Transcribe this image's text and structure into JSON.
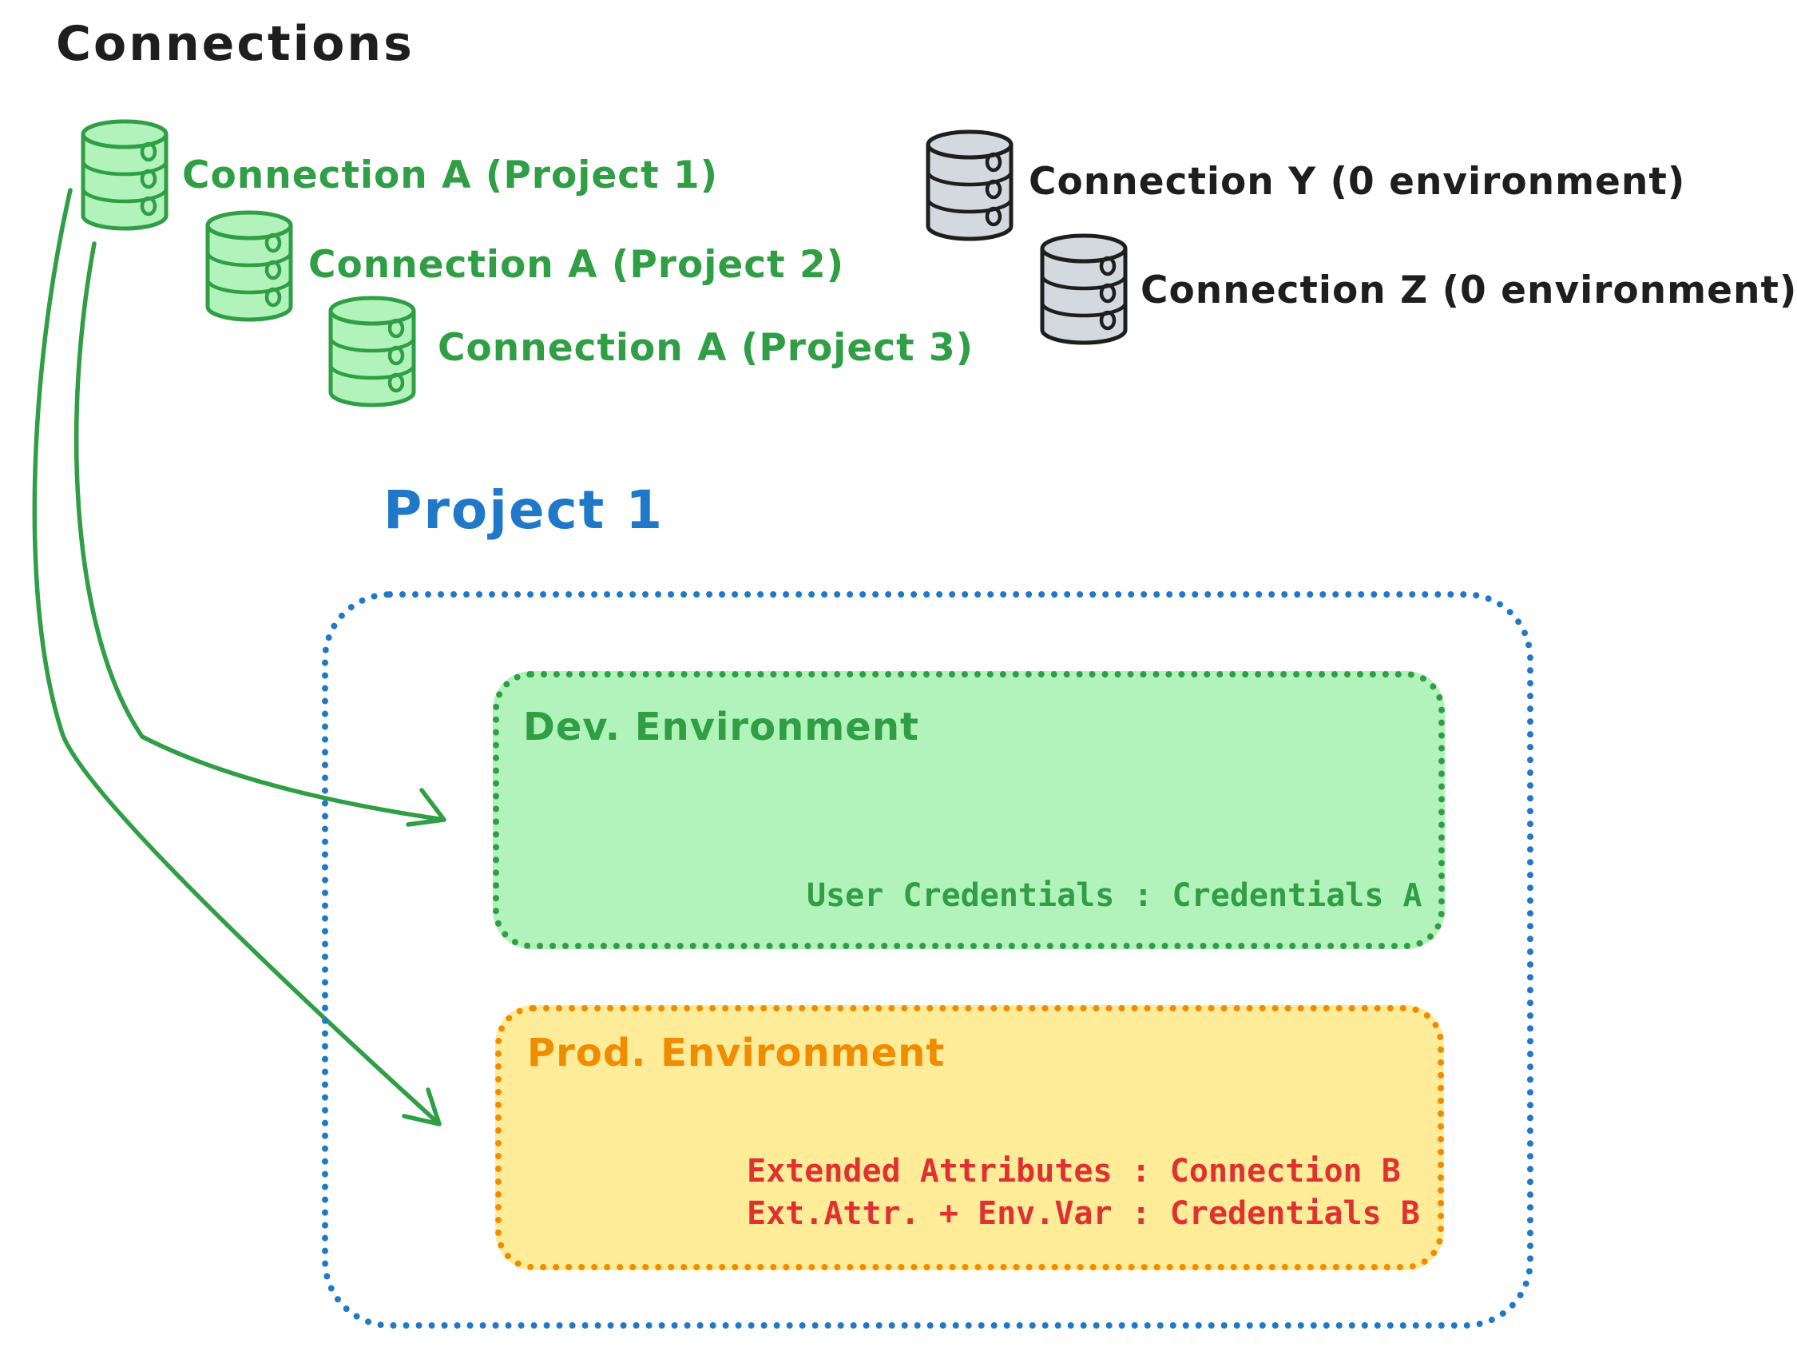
{
  "title": "Connections",
  "colors": {
    "ink": "#1e1e1e",
    "green_stroke": "#2f9e44",
    "green_fill": "#b2f2bb",
    "gray_stroke": "#1e1e1e",
    "gray_fill": "#d3d9de",
    "blue": "#1f78c8",
    "orange": "#f08c00",
    "yellow_fill": "#ffec99",
    "red": "#e03131"
  },
  "green_connections": [
    {
      "icon": "database-icon",
      "label": "Connection A (Project 1)"
    },
    {
      "icon": "database-icon",
      "label": "Connection A (Project 2)"
    },
    {
      "icon": "database-icon",
      "label": "Connection A (Project 3)"
    }
  ],
  "gray_connections": [
    {
      "icon": "database-icon",
      "label": "Connection Y (0 environment)"
    },
    {
      "icon": "database-icon",
      "label": "Connection Z (0 environment)"
    }
  ],
  "project": {
    "title": "Project 1",
    "dev": {
      "title": "Dev. Environment",
      "credentials": "User Credentials : Credentials A"
    },
    "prod": {
      "title": "Prod. Environment",
      "line1": "Extended Attributes : Connection B",
      "line2": "Ext.Attr. + Env.Var : Credentials B"
    }
  }
}
